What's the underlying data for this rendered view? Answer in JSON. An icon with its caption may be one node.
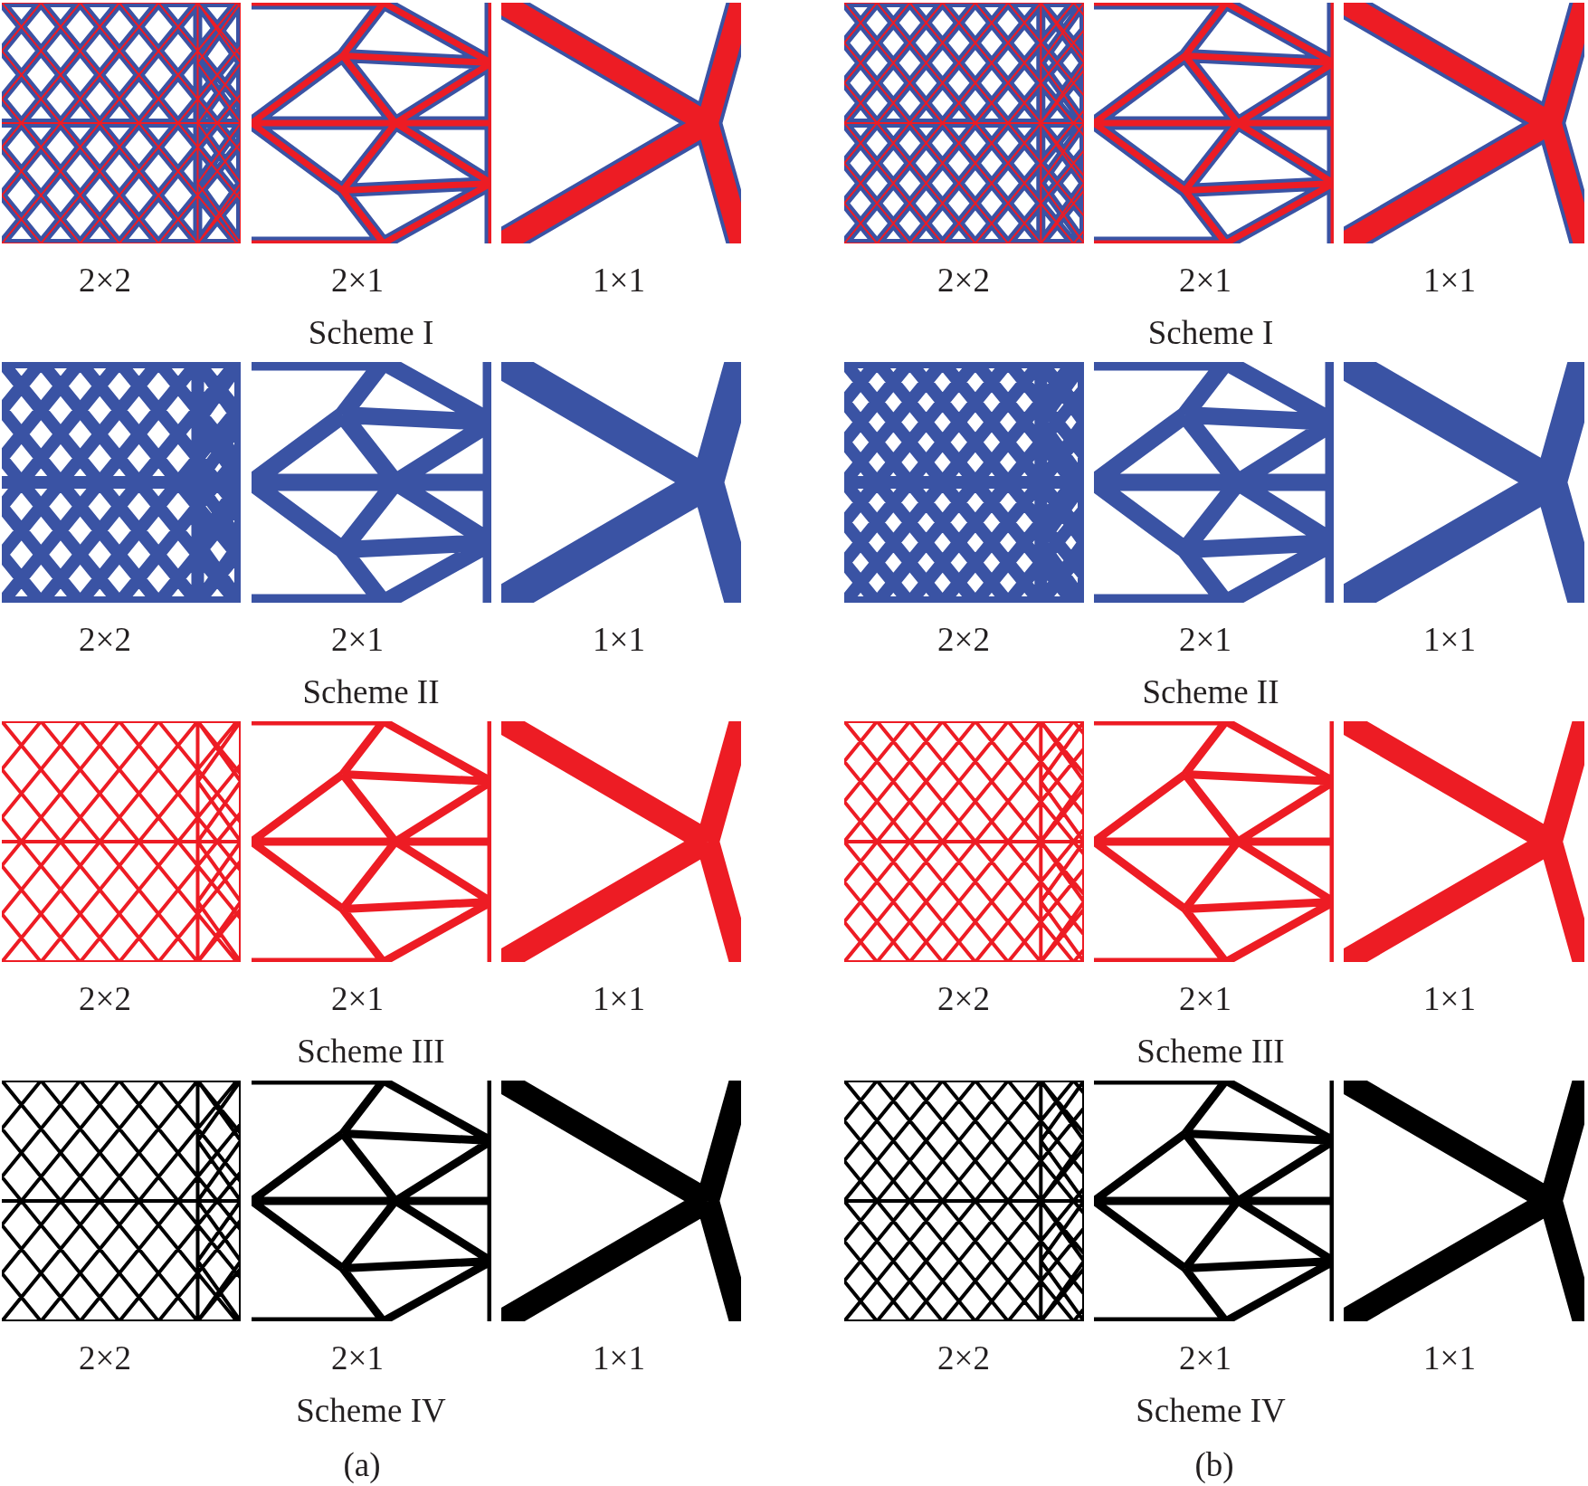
{
  "diagram": {
    "labels": [
      "2×2",
      "2×1",
      "1×1",
      "2×2",
      "2×1",
      "1×1",
      "Scheme I",
      "Scheme I",
      "2×2",
      "2×1",
      "1×1",
      "2×2",
      "2×1",
      "1×1",
      "Scheme II",
      "Scheme II",
      "2×2",
      "2×1",
      "1×1",
      "2×2",
      "2×1",
      "1×1",
      "Scheme III",
      "Scheme III",
      "2×2",
      "2×1",
      "1×1",
      "2×2",
      "2×1",
      "1×1",
      "Scheme IV",
      "Scheme IV",
      "(a)",
      "(b)"
    ]
  }
}
